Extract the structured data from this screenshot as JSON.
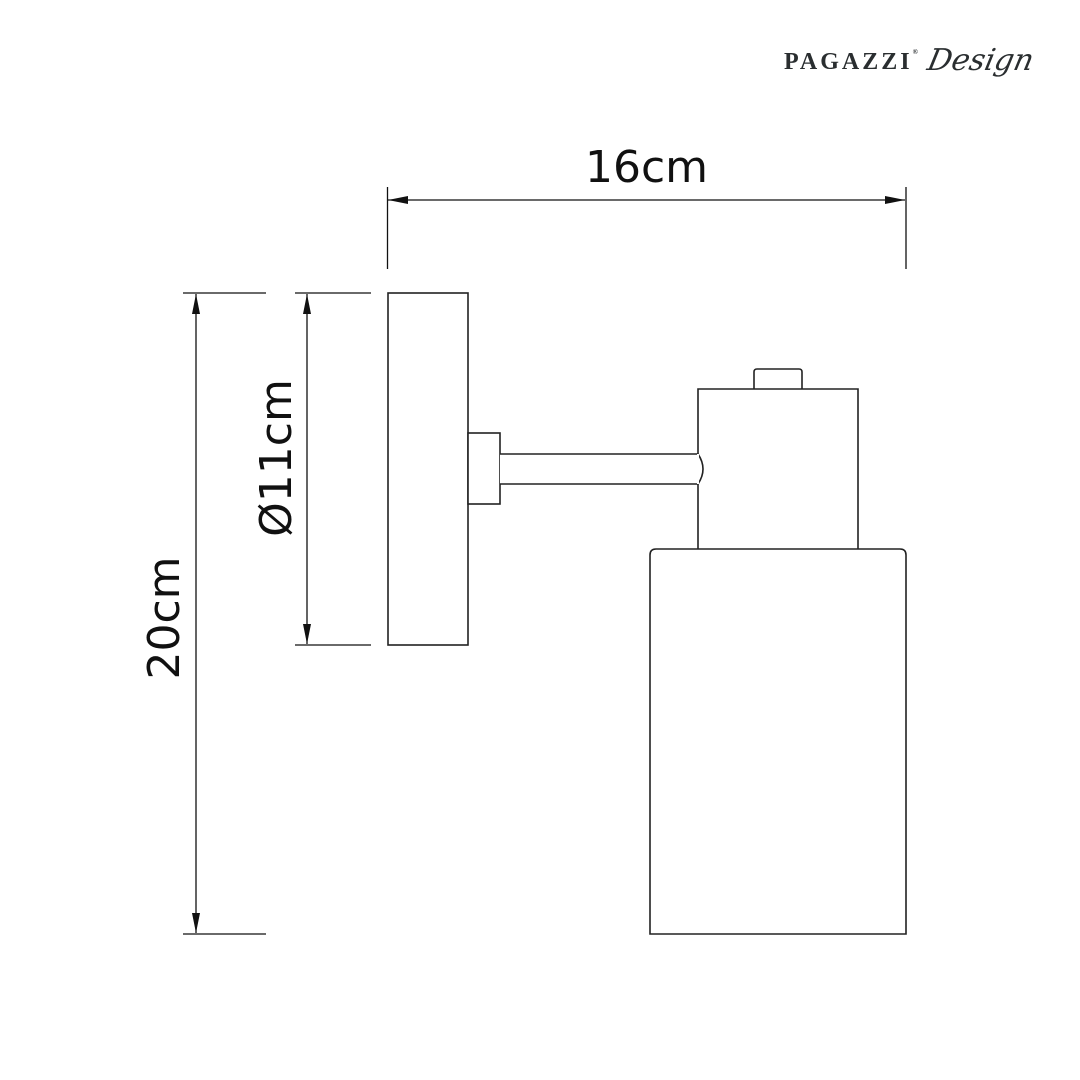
{
  "brand": {
    "name": "PAGAZZI",
    "trademark": "®",
    "script": "Design"
  },
  "dimensions": {
    "width": {
      "label": "16cm",
      "value_cm": 16
    },
    "height": {
      "label": "20cm",
      "value_cm": 20
    },
    "backplate_diameter": {
      "label": "Ø11cm",
      "value_cm": 11
    }
  },
  "drawing": {
    "subject": "wall light sconce technical drawing",
    "line_color": "#111111",
    "background": "#ffffff"
  }
}
